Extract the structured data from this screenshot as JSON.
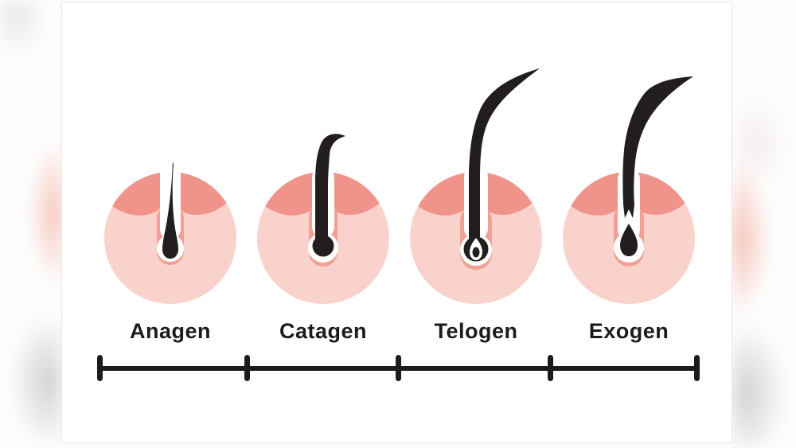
{
  "diagram": {
    "stages": [
      {
        "label": "Anagen"
      },
      {
        "label": "Catagen"
      },
      {
        "label": "Telogen"
      },
      {
        "label": "Exogen"
      }
    ],
    "timeline": {
      "tick_count": 5
    }
  },
  "colors": {
    "skin": "#f9d3cb",
    "epidermis": "#f0938a",
    "ring": "#f2a096",
    "hair": "#211e1d",
    "text": "#1e1c1a",
    "line": "#1e1c1a"
  }
}
